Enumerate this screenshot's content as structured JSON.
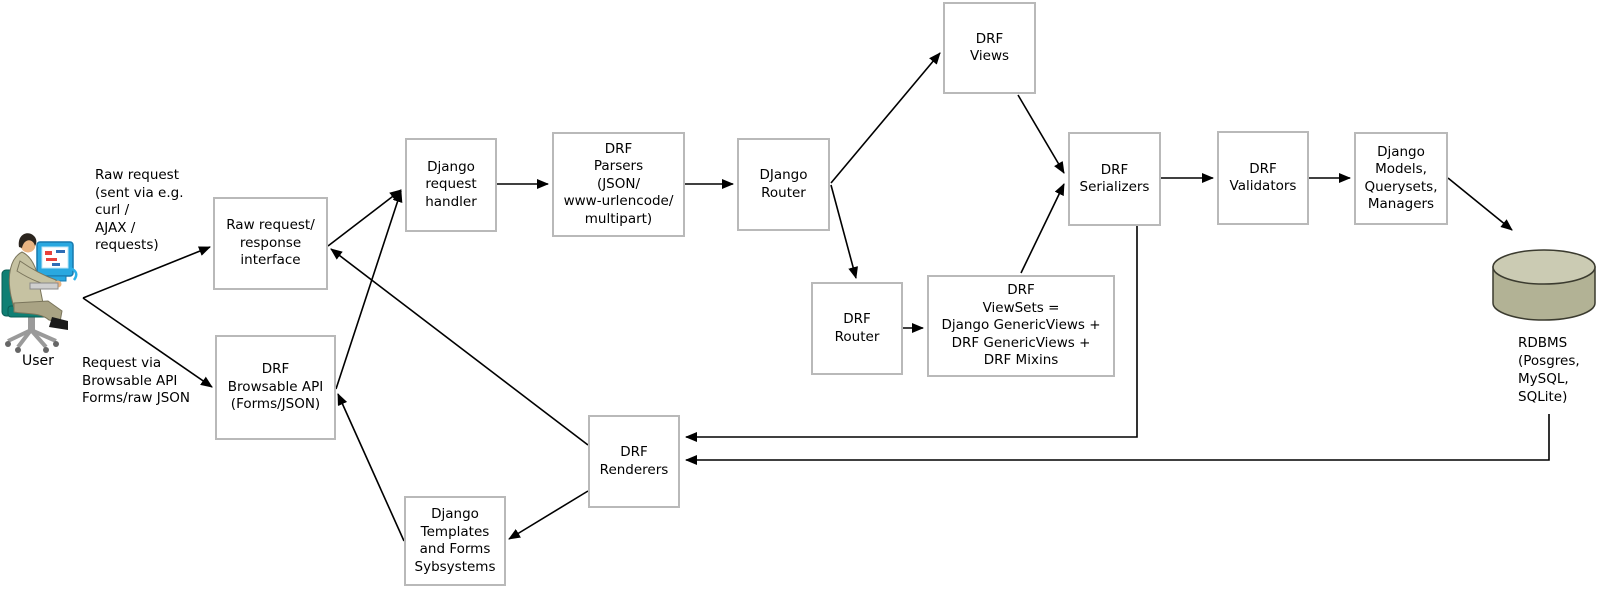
{
  "nodes": {
    "raw_request_interface": {
      "label": "Raw request/\nresponse\ninterface"
    },
    "drf_browsable_api": {
      "label": "DRF\nBrowsable API\n(Forms/JSON)"
    },
    "django_request_handler": {
      "label": "Django\nrequest\nhandler"
    },
    "drf_parsers": {
      "label": "DRF\nParsers\n(JSON/\nwww-urlencode/\nmultipart)"
    },
    "django_router": {
      "label": "DJango\nRouter"
    },
    "drf_views": {
      "label": "DRF\nViews"
    },
    "drf_router": {
      "label": "DRF\nRouter"
    },
    "drf_viewsets": {
      "label": "DRF\nViewSets =\nDjango GenericViews +\nDRF GenericViews +\nDRF Mixins"
    },
    "drf_serializers": {
      "label": "DRF\nSerializers"
    },
    "drf_validators": {
      "label": "DRF\nValidators"
    },
    "django_models": {
      "label": "Django\nModels,\nQuerysets,\nManagers"
    },
    "drf_renderers": {
      "label": "DRF\nRenderers"
    },
    "django_templates": {
      "label": "Django\nTemplates\nand Forms\nSybsystems"
    },
    "rdbms": {
      "label": "RDBMS\n(Posgres,\nMySQL,\nSQLite)"
    }
  },
  "annotations": {
    "user": "User",
    "raw_request_note": "Raw request\n(sent via e.g.\ncurl /\nAJAX /\nrequests)",
    "browsable_request_note": "Request via\nBrowsable API\nForms/raw JSON"
  },
  "colors": {
    "box_border": "#b9b9b9",
    "arrow": "#000000",
    "db_top": "#cbcbb3",
    "db_body": "#b2b295",
    "db_outline": "#3b3b2f",
    "chair_teal": "#0f7f74",
    "chair_teal_dark": "#0a5c54",
    "suit_tan": "#c6c2a2",
    "suit_shadow": "#a9a384",
    "skin": "#eab482",
    "hair": "#2b241e",
    "monitor_blue": "#29a8e0",
    "monitor_blue_dark": "#1779ae",
    "metal_gray": "#9a9a9a"
  }
}
